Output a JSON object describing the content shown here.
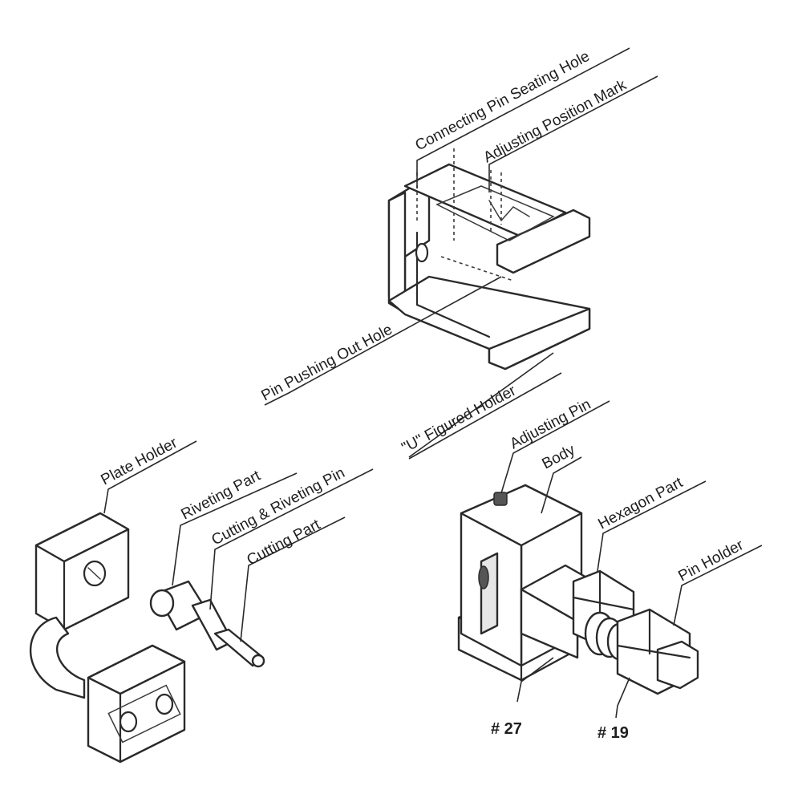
{
  "labels": {
    "connecting_pin_seating_hole": "Connecting Pin Seating Hole",
    "adjusting_position_mark": "Adjusting Position Mark",
    "pin_pushing_out_hole": "Pin Pushing Out Hole",
    "u_figured_holder": "\"U\" Figured Holder",
    "adjusting_pin": "Adjusting Pin",
    "body": "Body",
    "hexagon_part": "Hexagon Part",
    "pin_holder": "Pin Holder",
    "plate_holder": "Plate Holder",
    "riveting_part": "Riveting Part",
    "cutting_riveting_pin": "Cutting & Riveting Pin",
    "cutting_part": "Cutting Part",
    "size_27": "# 27",
    "size_19": "# 19"
  }
}
